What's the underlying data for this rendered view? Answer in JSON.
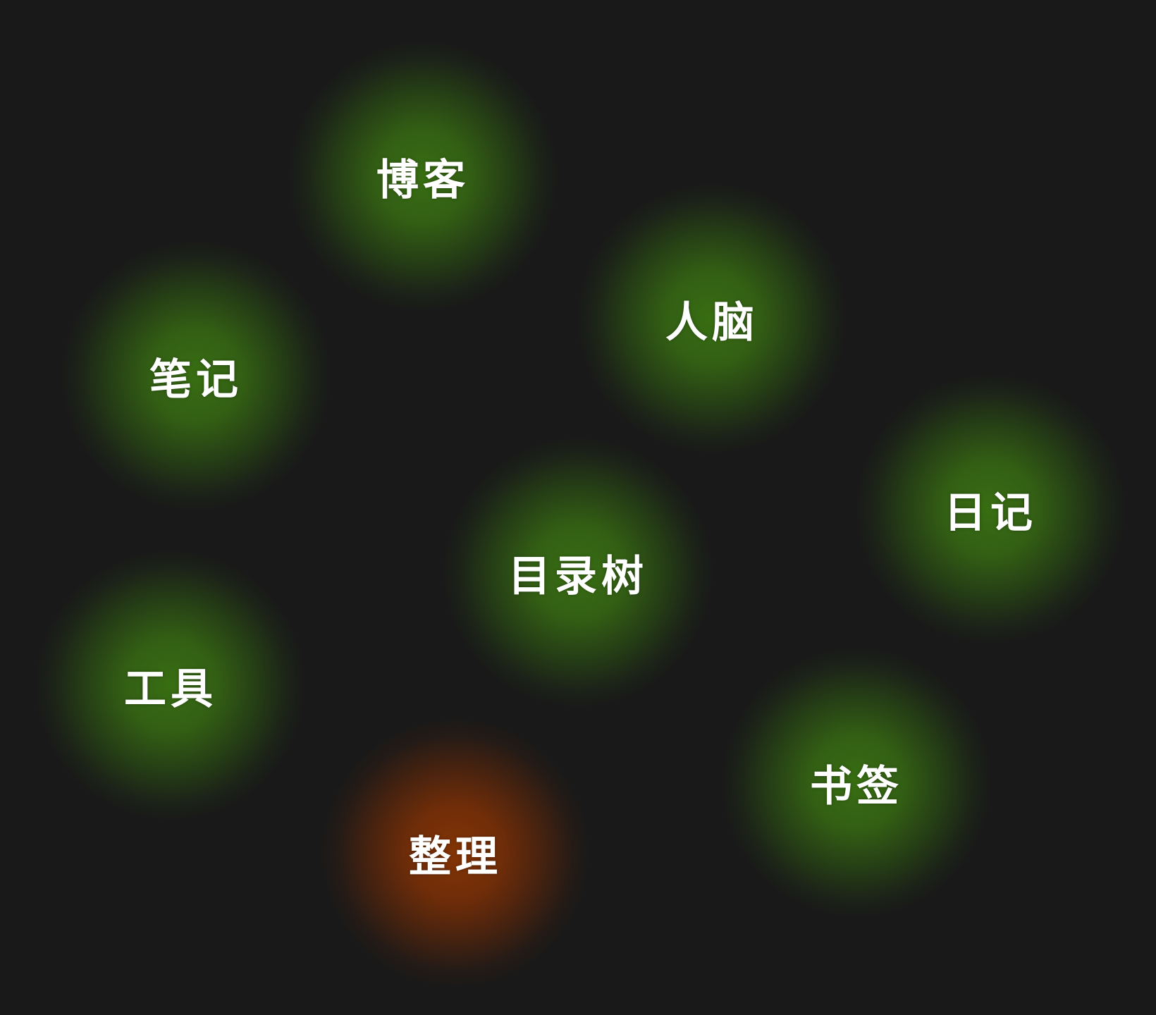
{
  "background_color": "#191919",
  "bubble_colors": {
    "default": "#386e12",
    "active": "#823404"
  },
  "bubbles": [
    {
      "id": "blog",
      "label": "博客",
      "color": "default"
    },
    {
      "id": "brain",
      "label": "人脑",
      "color": "default"
    },
    {
      "id": "notes",
      "label": "笔记",
      "color": "default"
    },
    {
      "id": "diary",
      "label": "日记",
      "color": "default"
    },
    {
      "id": "tree",
      "label": "目录树",
      "color": "default"
    },
    {
      "id": "tools",
      "label": "工具",
      "color": "default"
    },
    {
      "id": "bookmarks",
      "label": "书签",
      "color": "default"
    },
    {
      "id": "organize",
      "label": "整理",
      "color": "active"
    }
  ]
}
